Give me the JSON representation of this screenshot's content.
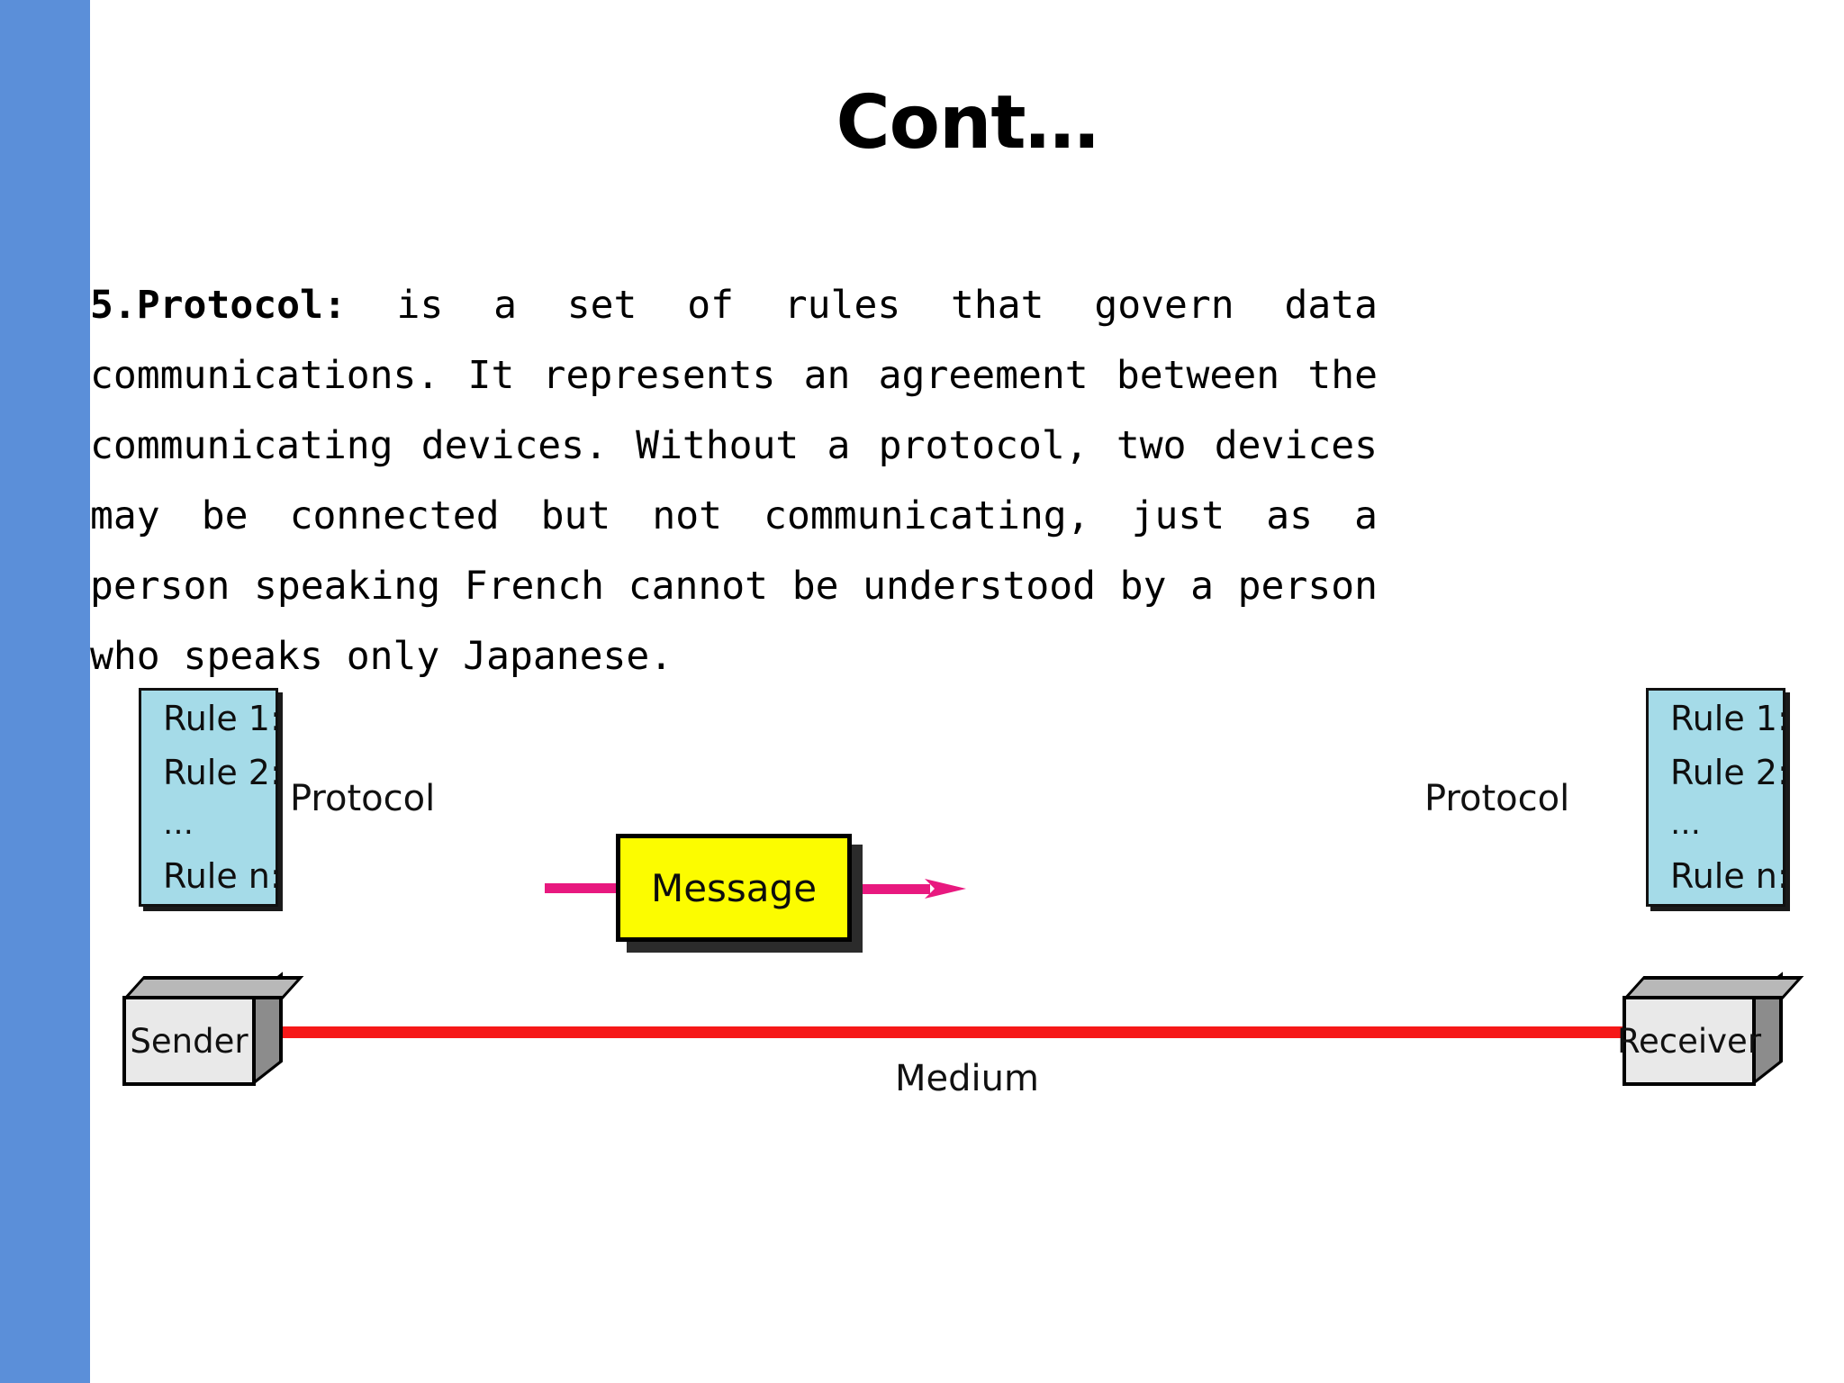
{
  "slide": {
    "title": "Cont…",
    "accent_color": "#5b8fd9",
    "background_color": "#ffffff",
    "body": {
      "lead": "5.Protocol:",
      "text": " is a set of rules that govern data communications. It represents an agreement between the communicating devices. Without a protocol, two devices may be connected but not communicating, just as a person speaking French cannot be understood by a person who speaks only Japanese."
    }
  },
  "diagram": {
    "type": "protocol-communication",
    "rule_box_color": "#a5dbe8",
    "message_box_color": "#fcfc00",
    "medium_color": "#f61818",
    "arrow_color": "#e8197f",
    "device_color": "#e9e9e9",
    "left": {
      "protocol_label": "Protocol",
      "rules": {
        "rule_1": "Rule 1:",
        "rule_2": "Rule 2:",
        "ellipsis": "…",
        "rule_n": "Rule n:"
      },
      "device_label": "Sender"
    },
    "right": {
      "protocol_label": "Protocol",
      "rules": {
        "rule_1": "Rule 1:",
        "rule_2": "Rule 2:",
        "ellipsis": "…",
        "rule_n": "Rule n:"
      },
      "device_label": "Receiver"
    },
    "message_label": "Message",
    "medium_label": "Medium"
  }
}
